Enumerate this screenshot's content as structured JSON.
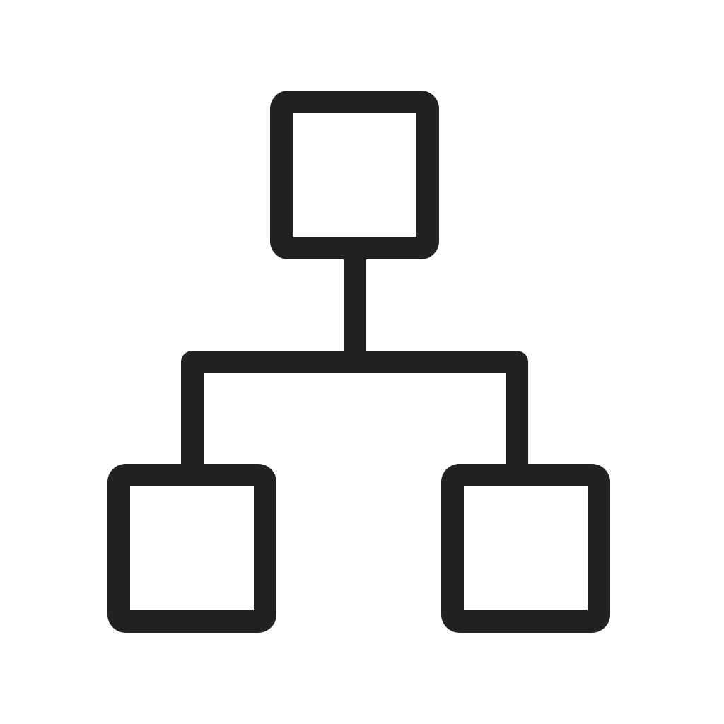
{
  "icon": {
    "name": "hierarchy-icon",
    "stroke_color": "#222222",
    "background_color": "#ffffff"
  },
  "diagram": {
    "nodes": [
      {
        "id": "root"
      },
      {
        "id": "child-left"
      },
      {
        "id": "child-right"
      }
    ],
    "edges": [
      {
        "from": "root",
        "to": "child-left"
      },
      {
        "from": "root",
        "to": "child-right"
      }
    ]
  }
}
